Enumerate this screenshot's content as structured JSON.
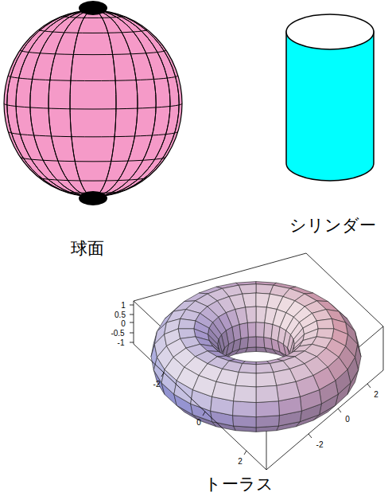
{
  "diagram": {
    "labels": [
      "球面",
      "シリンダー",
      "1",
      "0.5",
      "0",
      "-0.5",
      "-1",
      "-2",
      "0",
      "2",
      "2",
      "0",
      "-2",
      "トーラス"
    ]
  }
}
